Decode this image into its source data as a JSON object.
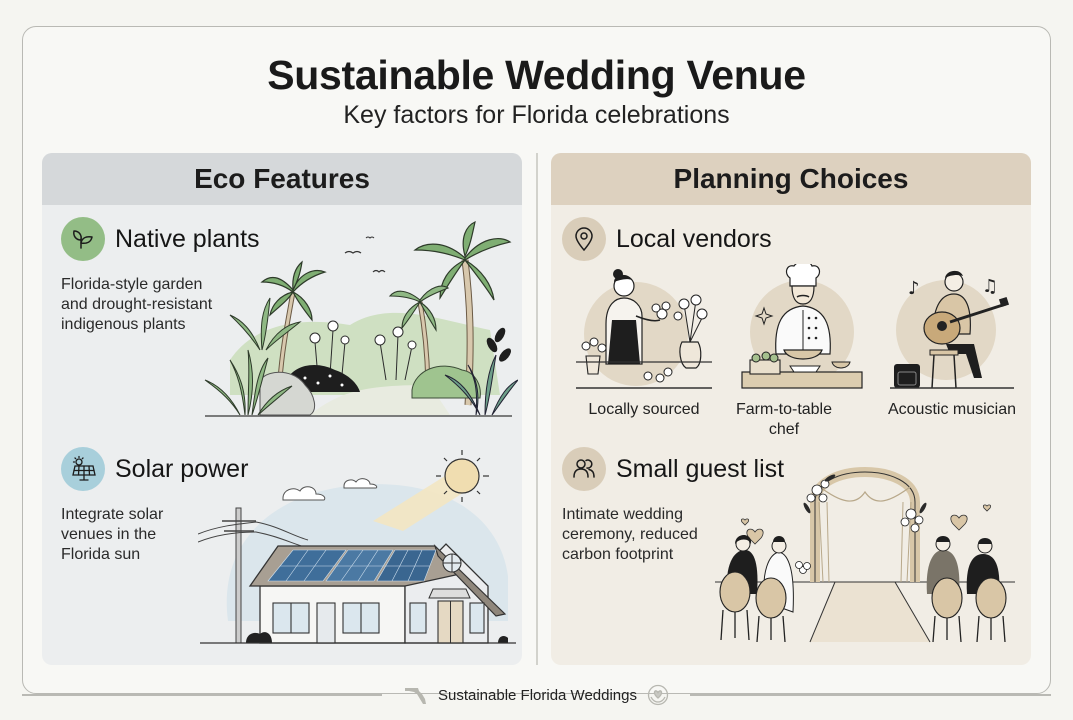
{
  "header": {
    "title": "Sustainable Wedding Venue",
    "subtitle": "Key factors for Florida celebrations"
  },
  "colors": {
    "background": "#f5f5f1",
    "eco_panel_bg": "#eceeef",
    "eco_header_bg": "#d5d8da",
    "planning_panel_bg": "#f1ede5",
    "planning_header_bg": "#ddd1bf",
    "plant_icon_bg": "#93bd86",
    "solar_icon_bg": "#a8cfdb",
    "planning_icon_bg": "#d9cdb9",
    "accent_green": "#8fb884",
    "accent_tan": "#d4c4a8"
  },
  "eco_features": {
    "heading": "Eco Features",
    "items": [
      {
        "title": "Native plants",
        "icon": "sprout-icon",
        "description_lines": [
          "Florida-style garden",
          "and drought-resistant",
          "indigenous plants"
        ],
        "illustration": "florida-garden-palms-illustration"
      },
      {
        "title": "Solar power",
        "icon": "solar-panel-icon",
        "description_lines": [
          "Integrate solar",
          "venues in the",
          "Florida sun"
        ],
        "illustration": "solar-house-illustration"
      }
    ]
  },
  "planning_choices": {
    "heading": "Planning Choices",
    "local_vendors": {
      "title": "Local vendors",
      "icon": "map-pin-icon",
      "vendors": [
        {
          "caption_lines": [
            "Locally sourced"
          ],
          "illustration": "florist-illustration"
        },
        {
          "caption_lines": [
            "Farm-to-table",
            "chef"
          ],
          "illustration": "chef-illustration"
        },
        {
          "caption_lines": [
            "Acoustic musician"
          ],
          "illustration": "guitarist-illustration"
        }
      ]
    },
    "small_guest_list": {
      "title": "Small guest list",
      "icon": "users-icon",
      "description_lines": [
        "Intimate wedding",
        "ceremony, reduced",
        "carbon footprint"
      ],
      "illustration": "wedding-ceremony-arch-illustration"
    }
  },
  "footer": {
    "text": "Sustainable Florida Weddings",
    "left_icon": "florida-state-icon",
    "right_icon": "heart-hands-icon"
  }
}
